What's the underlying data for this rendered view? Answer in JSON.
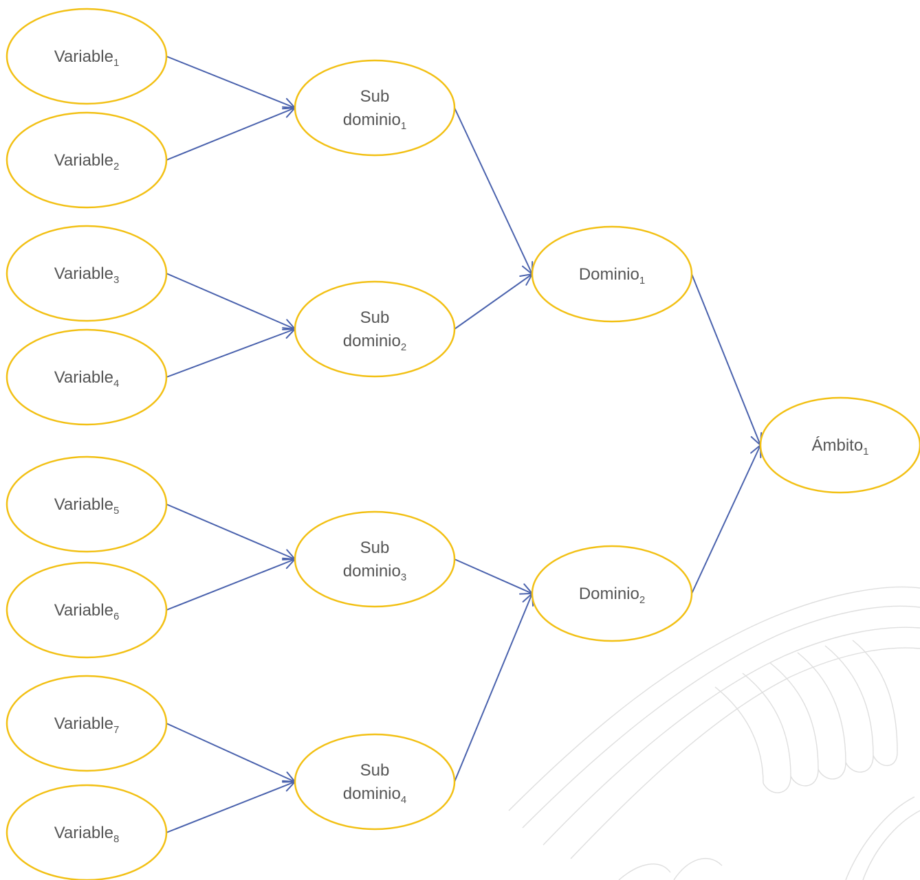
{
  "colors": {
    "node_border": "#f2c014",
    "edge": "#4a62ad",
    "text": "#555555",
    "watermark": "#dedede"
  },
  "nodes": [
    {
      "id": "v1",
      "lines": [
        {
          "text": "Variable",
          "sub": "1"
        }
      ]
    },
    {
      "id": "v2",
      "lines": [
        {
          "text": "Variable",
          "sub": "2"
        }
      ]
    },
    {
      "id": "v3",
      "lines": [
        {
          "text": "Variable",
          "sub": "3"
        }
      ]
    },
    {
      "id": "v4",
      "lines": [
        {
          "text": "Variable",
          "sub": "4"
        }
      ]
    },
    {
      "id": "v5",
      "lines": [
        {
          "text": "Variable",
          "sub": "5"
        }
      ]
    },
    {
      "id": "v6",
      "lines": [
        {
          "text": "Variable",
          "sub": "6"
        }
      ]
    },
    {
      "id": "v7",
      "lines": [
        {
          "text": "Variable",
          "sub": "7"
        }
      ]
    },
    {
      "id": "v8",
      "lines": [
        {
          "text": "Variable",
          "sub": "8"
        }
      ]
    },
    {
      "id": "s1",
      "lines": [
        {
          "text": "Sub",
          "sub": ""
        },
        {
          "text": "dominio",
          "sub": "1"
        }
      ]
    },
    {
      "id": "s2",
      "lines": [
        {
          "text": "Sub",
          "sub": ""
        },
        {
          "text": "dominio",
          "sub": "2"
        }
      ]
    },
    {
      "id": "s3",
      "lines": [
        {
          "text": "Sub",
          "sub": ""
        },
        {
          "text": "dominio",
          "sub": "3"
        }
      ]
    },
    {
      "id": "s4",
      "lines": [
        {
          "text": "Sub",
          "sub": ""
        },
        {
          "text": "dominio",
          "sub": "4"
        }
      ]
    },
    {
      "id": "d1",
      "lines": [
        {
          "text": "Dominio",
          "sub": "1"
        }
      ]
    },
    {
      "id": "d2",
      "lines": [
        {
          "text": "Dominio",
          "sub": "2"
        }
      ]
    },
    {
      "id": "a1",
      "lines": [
        {
          "text": "Ámbito",
          "sub": "1"
        }
      ]
    }
  ],
  "edges": [
    {
      "from": "v1",
      "to": "s1"
    },
    {
      "from": "v2",
      "to": "s1"
    },
    {
      "from": "v3",
      "to": "s2"
    },
    {
      "from": "v4",
      "to": "s2"
    },
    {
      "from": "v5",
      "to": "s3"
    },
    {
      "from": "v6",
      "to": "s3"
    },
    {
      "from": "v7",
      "to": "s4"
    },
    {
      "from": "v8",
      "to": "s4"
    },
    {
      "from": "s1",
      "to": "d1"
    },
    {
      "from": "s2",
      "to": "d1"
    },
    {
      "from": "s3",
      "to": "d2"
    },
    {
      "from": "s4",
      "to": "d2"
    },
    {
      "from": "d1",
      "to": "a1"
    },
    {
      "from": "d2",
      "to": "a1"
    }
  ]
}
